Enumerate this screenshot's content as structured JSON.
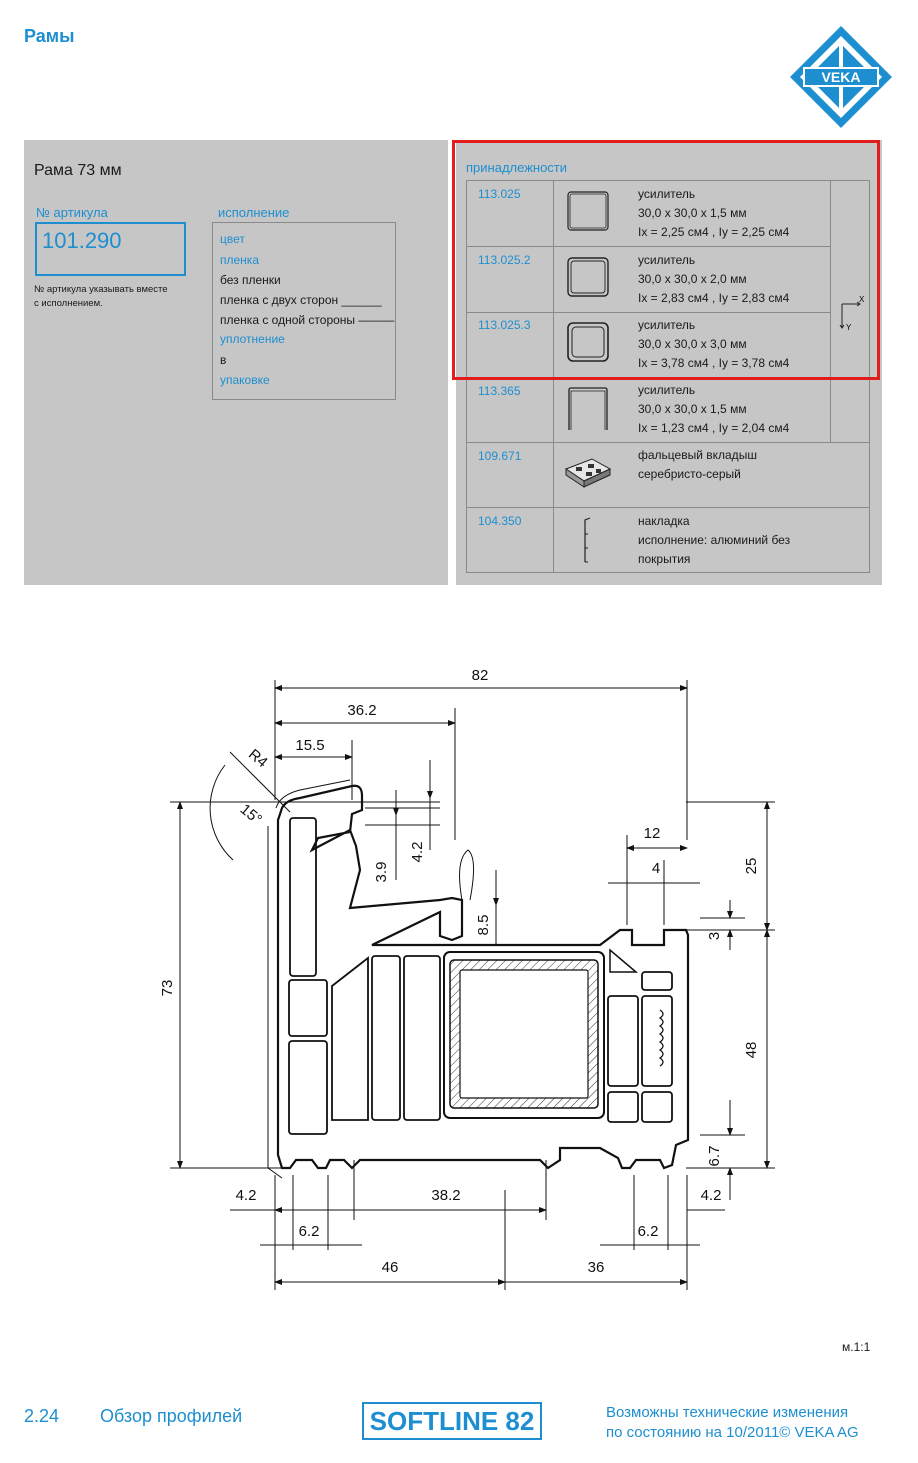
{
  "header": {
    "title": "Рамы",
    "logo_text": "VEKA"
  },
  "frame": {
    "title": "Рама 73 мм",
    "article_label": "№ артикула",
    "article_number": "101.290",
    "article_note_1": "№ артикула указывать вместе",
    "article_note_2": "с исполнением.",
    "execution_label": "исполнение",
    "execution_items": [
      "цвет",
      "пленка",
      "без пленки",
      "пленка с двух сторон ______",
      "пленка с одной стороны ———",
      "уплотнение",
      "в",
      "упаковке"
    ]
  },
  "accessories": {
    "label": "принадлежности",
    "axis_x": "X",
    "axis_y": "Y",
    "items": [
      {
        "code": "113.025",
        "lines": [
          "усилитель",
          "30,0 x 30,0 x 1,5 мм",
          "Ix = 2,25 см4 , Iy = 2,25 см4"
        ]
      },
      {
        "code": "113.025.2",
        "lines": [
          "усилитель",
          "30,0 x 30,0 x 2,0 мм",
          "Ix = 2,83 см4 , Iy = 2,83 см4"
        ]
      },
      {
        "code": "113.025.3",
        "lines": [
          "усилитель",
          "30,0 x 30,0 x 3,0 мм",
          "Ix = 3,78 см4 , Iy = 3,78 см4"
        ]
      },
      {
        "code": "113.365",
        "lines": [
          "усилитель",
          "30,0 x 30,0 x 1,5 мм",
          "Ix = 1,23 см4 , Iy = 2,04 см4"
        ]
      },
      {
        "code": "109.671",
        "lines": [
          "фальцевый вкладыш",
          "серебристо-серый"
        ]
      },
      {
        "code": "104.350",
        "lines": [
          "накладка",
          "исполнение: алюминий без",
          "покрытия"
        ]
      }
    ]
  },
  "drawing": {
    "dims": [
      "82",
      "36.2",
      "15.5",
      "R4",
      "15°",
      "3.9",
      "4.2",
      "8.5",
      "12",
      "4",
      "25",
      "3",
      "73",
      "48",
      "6.7",
      "4.2",
      "38.2",
      "4.2",
      "6.2",
      "6.2",
      "46",
      "36"
    ]
  },
  "scale": "м.1:1",
  "footer": {
    "page": "2.24",
    "section": "Обзор профилей",
    "brand": "SOFTLINE 82",
    "note_1": "Возможны технические изменения",
    "note_2": "по состоянию на 10/2011© VEKA AG"
  }
}
